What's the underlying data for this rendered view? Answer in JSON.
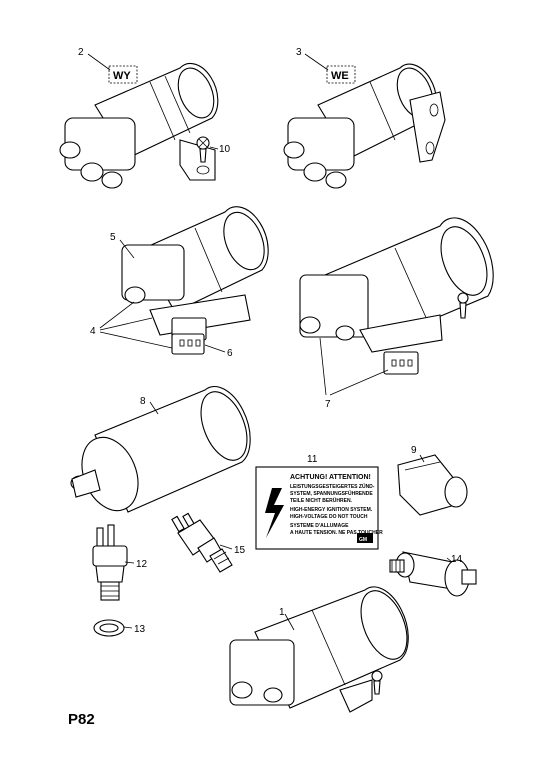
{
  "callouts": {
    "n1": "1",
    "n2": "2",
    "n3": "3",
    "n4": "4",
    "n5": "5",
    "n6": "6",
    "n7": "7",
    "n8": "8",
    "n9": "9",
    "n10": "10",
    "n11": "11",
    "n12": "12",
    "n13": "13",
    "n14": "14",
    "n15": "15"
  },
  "codes": {
    "wy": "WY",
    "we": "WE"
  },
  "warning_label": {
    "title": "ACHTUNG! ATTENTION!",
    "lines": [
      "LEISTUNGSGESTEIGERTES ZÜND-",
      "SYSTEM, SPANNUNGSFÜHRENDE",
      "TEILE NICHT BERÜHREN.",
      "HIGH-ENERGY IGNITION SYSTEM.",
      "HIGH-VOLTAGE DO NOT TOUCH",
      "SYSTEME D'ALLUMAGE",
      "A HAUTE TENSION. NE PAS TOUCHER"
    ],
    "brand": "GM"
  },
  "page_code": "P82"
}
